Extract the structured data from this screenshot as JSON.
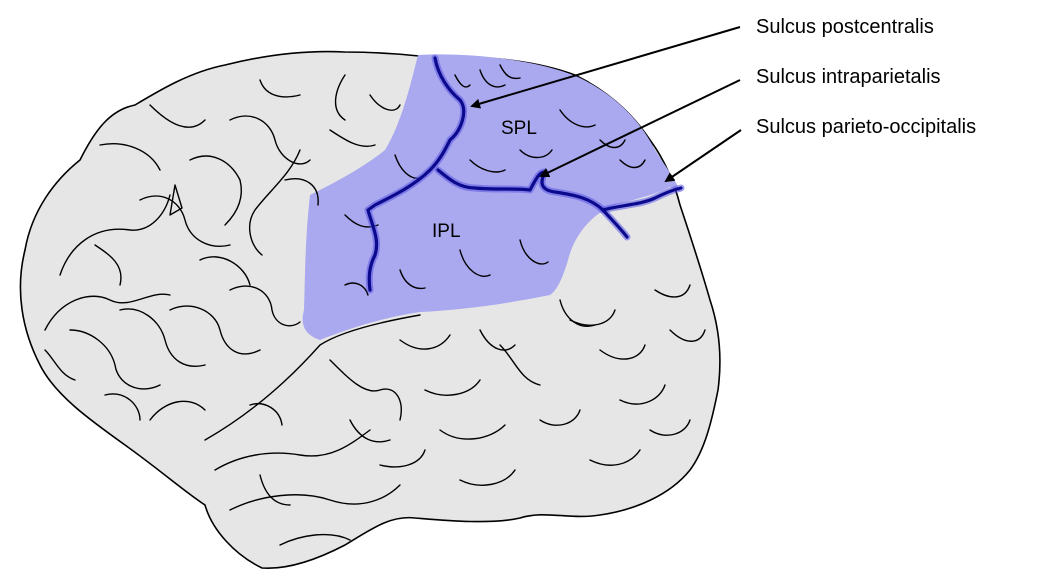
{
  "labels": {
    "postcentral": "Sulcus postcentralis",
    "intraparietal": "Sulcus intraparietalis",
    "parieto_occipital": "Sulcus parieto-occipitalis",
    "spl": "SPL",
    "ipl": "IPL"
  },
  "colors": {
    "brain_fill": "#e6e6e6",
    "brain_outline": "#000000",
    "parietal_region": "#aaa8ee",
    "sulcus_glow": "#5a55e6",
    "sulcus_core": "#0b0a8c"
  }
}
